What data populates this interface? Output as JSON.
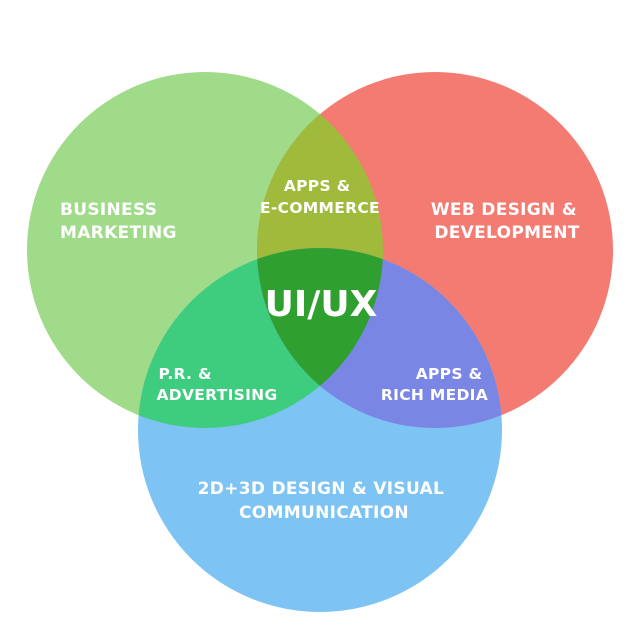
{
  "colors": {
    "background": "#ffffff",
    "circle_left": "#9fdb89",
    "circle_right": "#f37b72",
    "circle_bottom": "#7dc3f3",
    "overlap_left_right": "#a0ba3c",
    "overlap_left_bottom": "#3ecd7e",
    "overlap_right_bottom": "#7a86e4",
    "center_overlap": "#2fa02f",
    "label_text": "#ffffff"
  },
  "regions": {
    "left": {
      "line1": "BUSINESS",
      "line2": "MARKETING"
    },
    "right": {
      "line1": "WEB DESIGN &",
      "line2": "DEVELOPMENT"
    },
    "bottom": {
      "line1": "2D+3D DESIGN & VISUAL",
      "line2": "COMMUNICATION"
    },
    "left_right": {
      "line1": "APPS &",
      "line2": "E-COMMERCE"
    },
    "left_bottom": {
      "line1": "P.R. &",
      "line2": "ADVERTISING"
    },
    "right_bottom": {
      "line1": "APPS &",
      "line2": "RICH MEDIA"
    },
    "center": {
      "label": "UI/UX"
    }
  }
}
